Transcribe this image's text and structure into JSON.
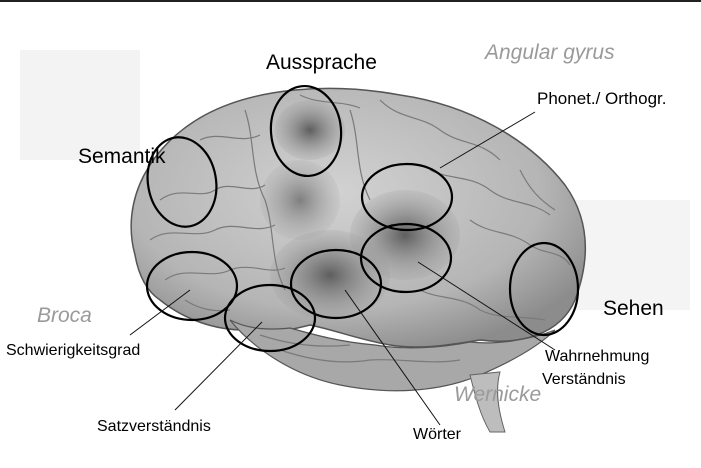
{
  "labels": {
    "aussprache": "Aussprache",
    "angular_gyrus": "Angular gyrus",
    "phonet_orthogr": "Phonet./ Orthogr.",
    "semantik": "Semantik",
    "broca": "Broca",
    "schwierigkeitsgrad": "Schwierigkeitsgrad",
    "sehen": "Sehen",
    "wahrnehmung": "Wahrnehmung",
    "verstaendnis": "Verständnis",
    "wernicke": "Wernicke",
    "satzverstaendnis": "Satzverständnis",
    "woerter": "Wörter"
  },
  "colors": {
    "brain_fill": "#b9b9b9",
    "brain_dark": "#6e6e6e",
    "highlight_label": "#9a9a9a",
    "ellipse_stroke": "#000000"
  }
}
